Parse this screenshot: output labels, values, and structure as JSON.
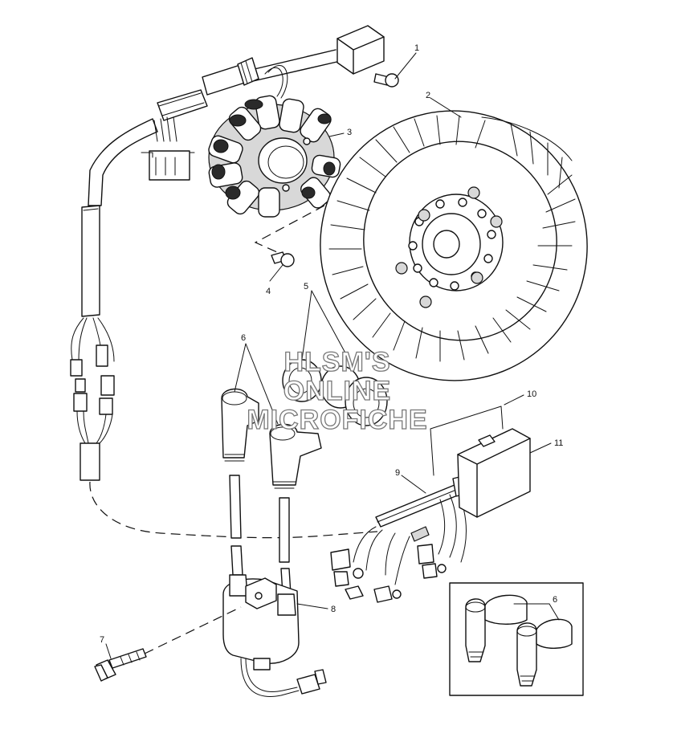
{
  "diagram": {
    "callouts": [
      "1",
      "2",
      "3",
      "4",
      "5",
      "6",
      "7",
      "8",
      "9",
      "10",
      "11",
      "6"
    ],
    "watermark": {
      "line1": "HLSM'S",
      "line2": "ONLINE",
      "line3": "MICROFICHE"
    }
  }
}
